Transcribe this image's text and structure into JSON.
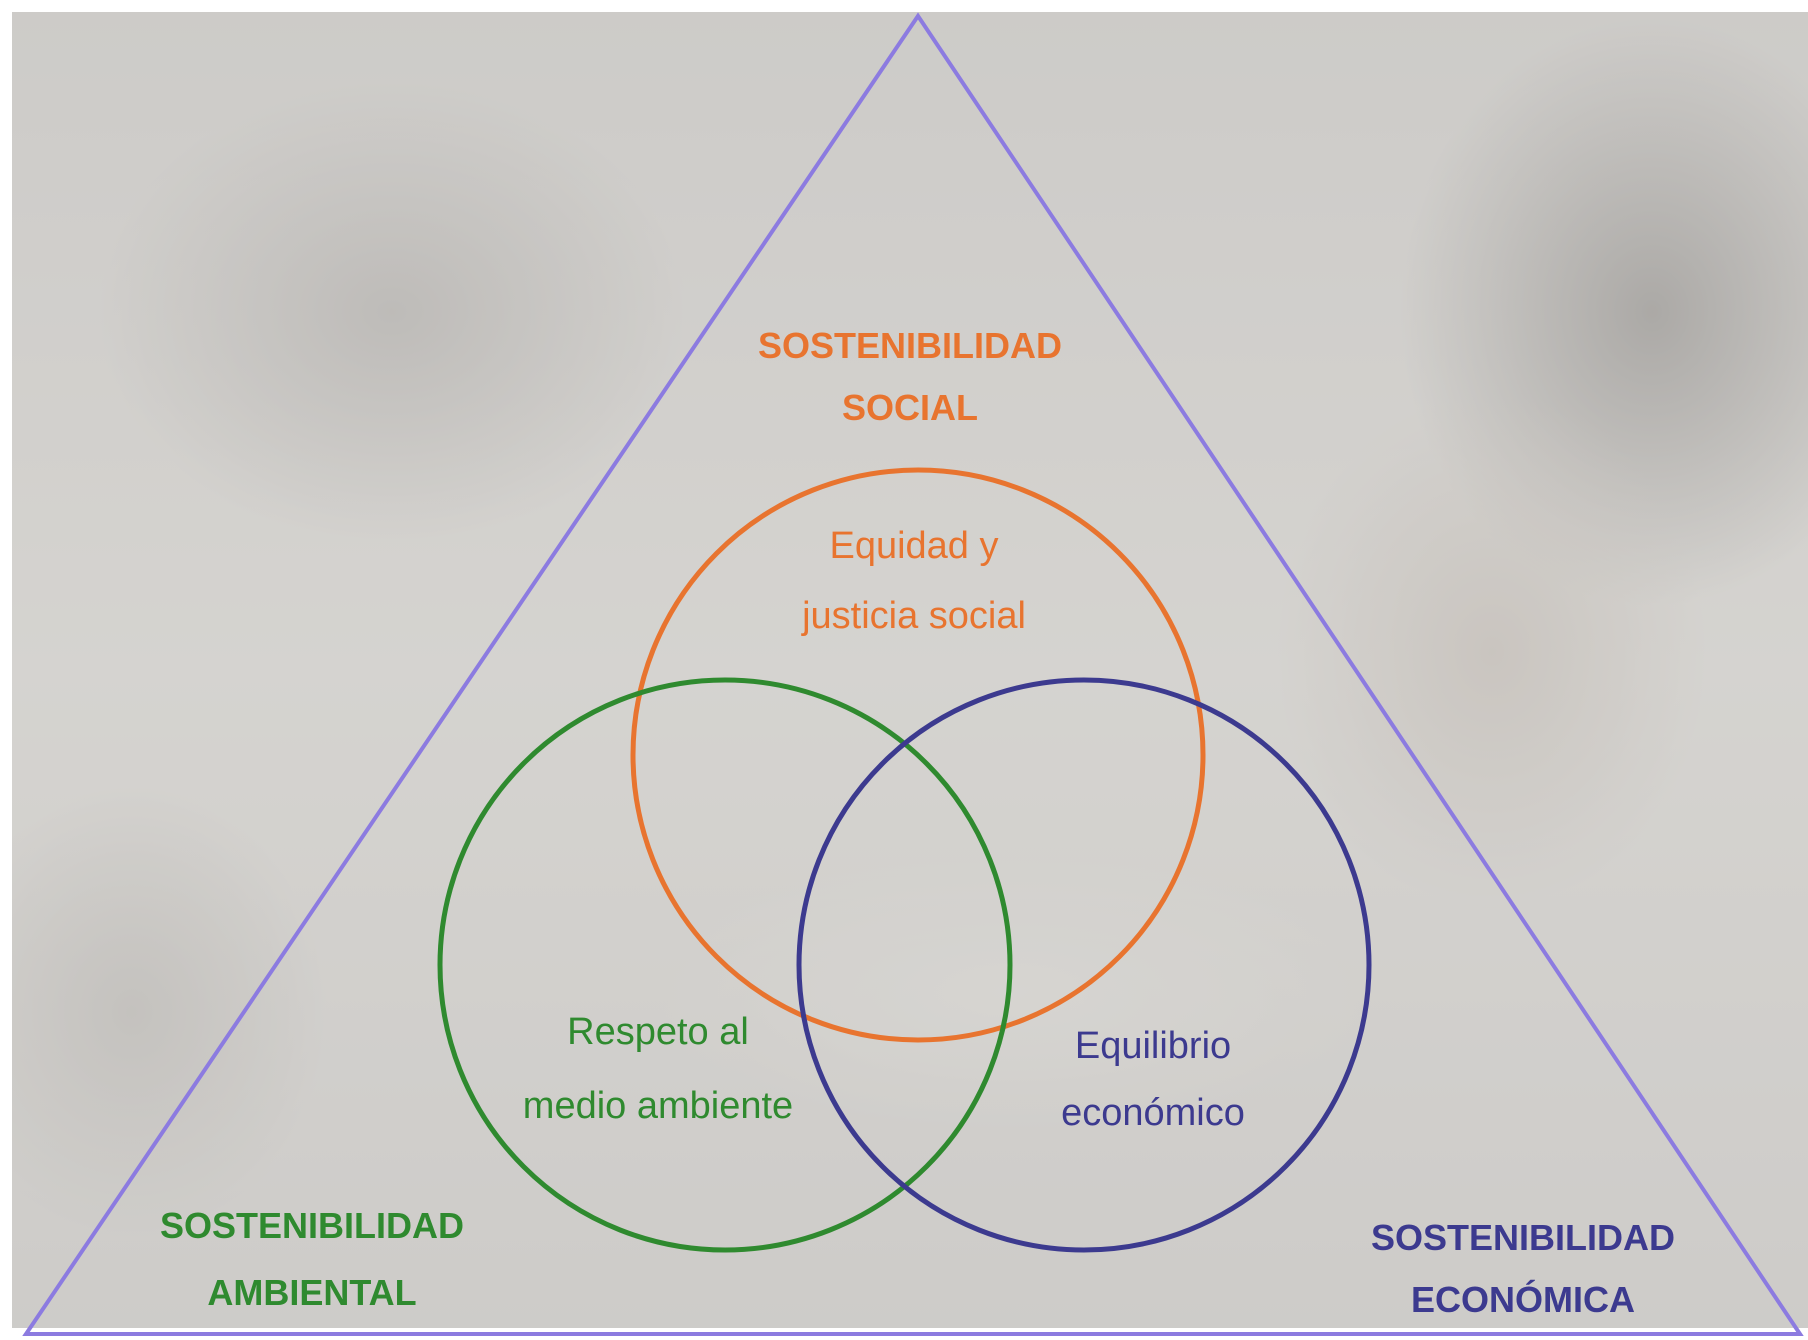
{
  "social": {
    "title_line1": "SOSTENIBILIDAD",
    "title_line2": "SOCIAL",
    "circle_line1": "Equidad y",
    "circle_line2": "justicia social"
  },
  "ambiental": {
    "title_line1": "SOSTENIBILIDAD",
    "title_line2": "AMBIENTAL",
    "circle_line1": "Respeto al",
    "circle_line2": "medio ambiente"
  },
  "economica": {
    "title_line1": "SOSTENIBILIDAD",
    "title_line2": "ECONÓMICA",
    "circle_line1": "Equilibrio",
    "circle_line2": "económico"
  },
  "colors": {
    "social": "#e8742f",
    "ambiental": "#2f8a2f",
    "economica": "#3c3a8f",
    "triangle": "#8c7be0"
  }
}
